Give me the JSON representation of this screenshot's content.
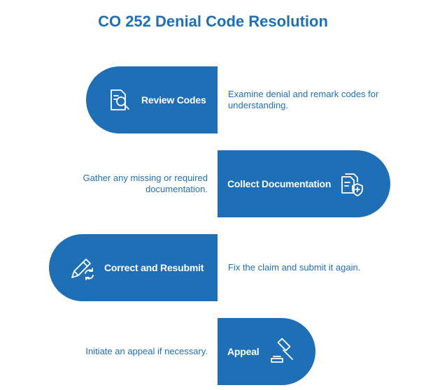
{
  "title": "CO 252 Denial Code Resolution",
  "colors": {
    "accent": "#1f6fb6",
    "background": "#ffffff"
  },
  "steps": [
    {
      "label": "Review Codes",
      "description": "Examine denial and remark codes for understanding.",
      "icon": "document-search-icon"
    },
    {
      "label": "Collect Documentation",
      "description": "Gather any missing or required documentation.",
      "icon": "documents-shield-icon"
    },
    {
      "label": "Correct and Resubmit",
      "description": "Fix the claim and submit it again.",
      "icon": "pencil-refresh-icon"
    },
    {
      "label": "Appeal",
      "description": "Initiate an appeal if necessary.",
      "icon": "gavel-icon"
    }
  ]
}
